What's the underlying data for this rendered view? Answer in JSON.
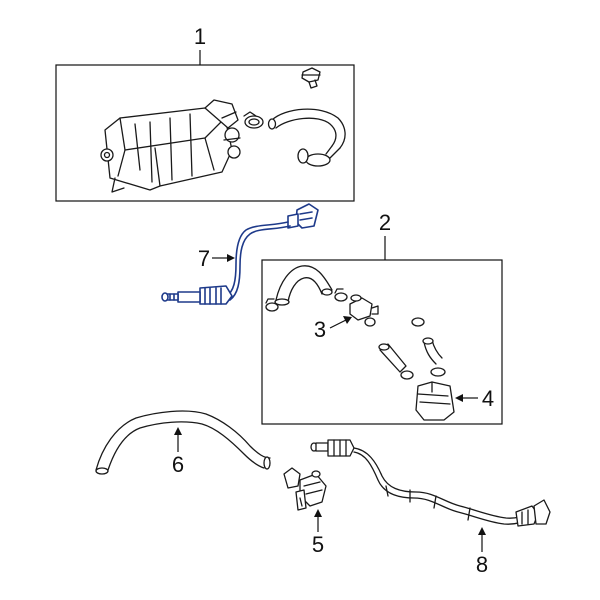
{
  "callouts": {
    "c1": "1",
    "c2": "2",
    "c3": "3",
    "c4": "4",
    "c5": "5",
    "c6": "6",
    "c7": "7",
    "c8": "8"
  },
  "colors": {
    "highlight": "#1e3a8a",
    "line": "#1a1a1a"
  }
}
